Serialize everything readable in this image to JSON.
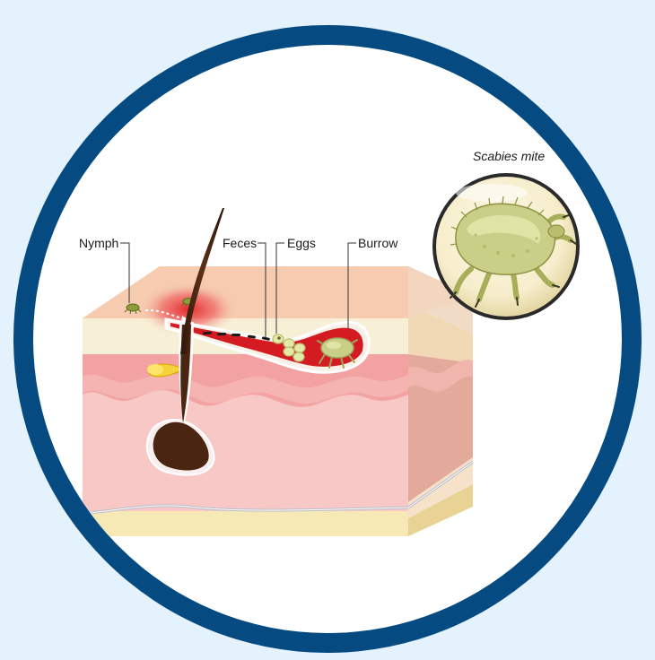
{
  "labels": {
    "nymph": "Nymph",
    "feces": "Feces",
    "eggs": "Eggs",
    "burrow": "Burrow",
    "mite_title": "Scabies mite"
  },
  "colors": {
    "background": "#e3f2fc",
    "ring": "#054a80",
    "epidermis_top": "#f6cbb0",
    "stratum": "#f7efd6",
    "dermis": "#f2a2a0",
    "deep_dermis": "#f7c8c5",
    "fat": "#f5e8b8",
    "hair": "#4a2612",
    "burrow": "#d41b22",
    "mite": "#c9cf86"
  }
}
